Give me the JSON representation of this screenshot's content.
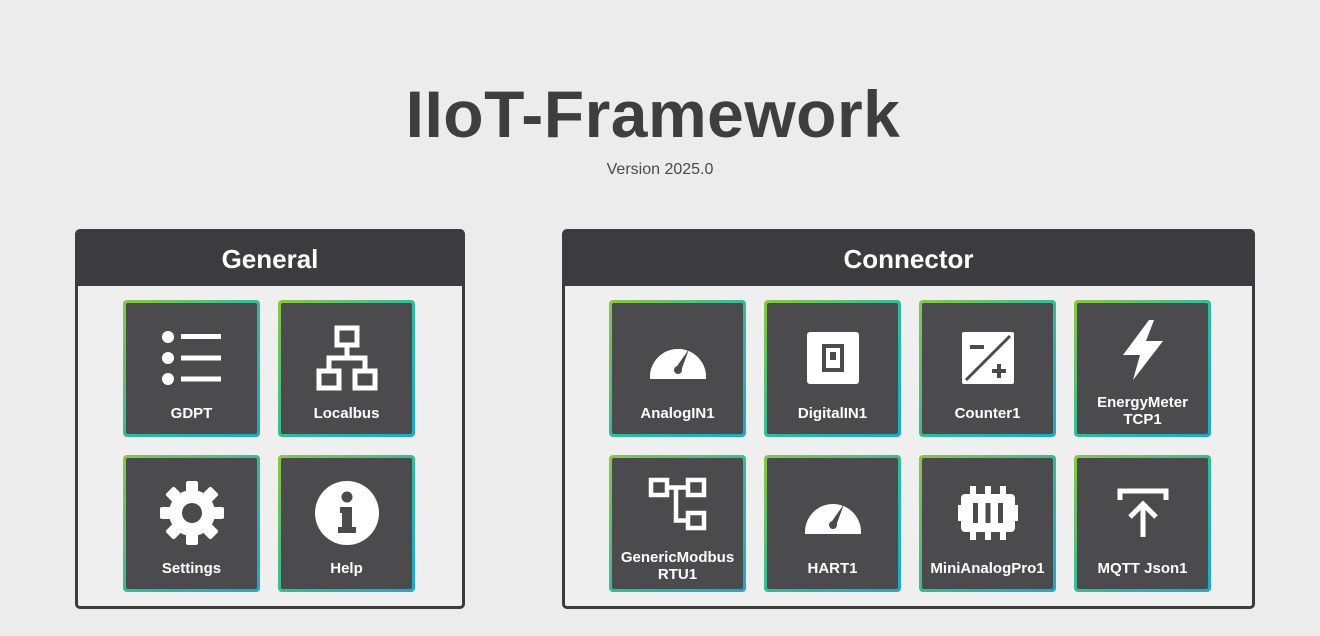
{
  "app": {
    "title": "IIoT-Framework",
    "version": "Version 2025.0"
  },
  "general": {
    "title": "General",
    "tiles": [
      {
        "label": "GDPT",
        "icon": "list-icon"
      },
      {
        "label": "Localbus",
        "icon": "network-tree-icon"
      },
      {
        "label": "Settings",
        "icon": "gear-icon"
      },
      {
        "label": "Help",
        "icon": "info-icon"
      }
    ]
  },
  "connector": {
    "title": "Connector",
    "tiles": [
      {
        "label": "AnalogIN1",
        "icon": "gauge-icon"
      },
      {
        "label": "DigitalIN1",
        "icon": "switch-icon"
      },
      {
        "label": "Counter1",
        "icon": "counter-icon"
      },
      {
        "label": "EnergyMeter\nTCP1",
        "icon": "lightning-icon"
      },
      {
        "label": "GenericModbus\nRTU1",
        "icon": "modbus-tree-icon"
      },
      {
        "label": "HART1",
        "icon": "gauge-icon"
      },
      {
        "label": "MiniAnalogPro1",
        "icon": "module-icon"
      },
      {
        "label": "MQTT Json1",
        "icon": "upload-icon"
      }
    ]
  },
  "colors": {
    "background": "#ececec",
    "panel_header": "#3c3c3e",
    "tile_fill": "#4b4b4d",
    "tile_border_start": "#8cc63f",
    "tile_border_end": "#20a8c9",
    "title_text": "#3e3e3e"
  }
}
